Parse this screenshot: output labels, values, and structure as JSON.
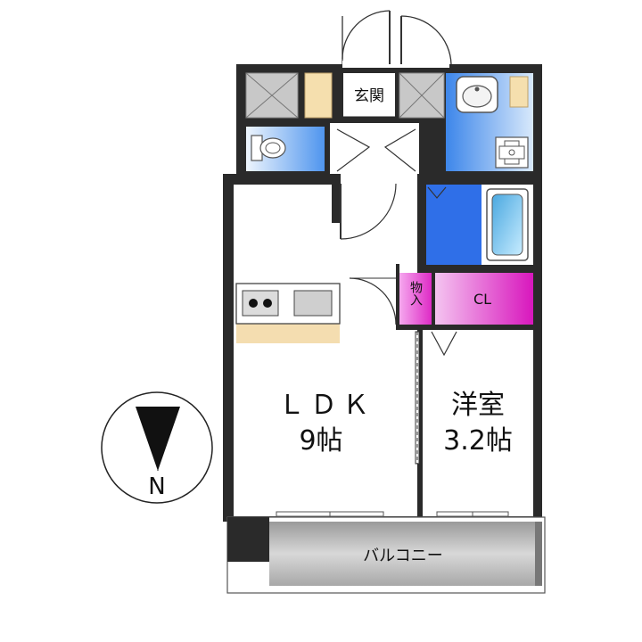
{
  "rooms": {
    "entrance": {
      "label": "玄関"
    },
    "ldk": {
      "name": "ＬＤＫ",
      "size": "9帖"
    },
    "western_room": {
      "name": "洋室",
      "size": "3.2帖"
    },
    "storage": {
      "label": "物入"
    },
    "closet": {
      "label": "CL"
    },
    "balcony": {
      "label": "バルコニー"
    }
  },
  "compass": {
    "label": "N",
    "direction": "south-pointing-arrow"
  },
  "colors": {
    "wall": "#2a2a2a",
    "wet_area": "#5aa0f0",
    "bath": "#2f6fe8",
    "closet": "#e02cc0",
    "closet_light": "#f3b6ee",
    "kitchen_counter": "#f4ddb0",
    "balcony": "#bdbdbd",
    "shoe_box": "#c8c8c8"
  }
}
